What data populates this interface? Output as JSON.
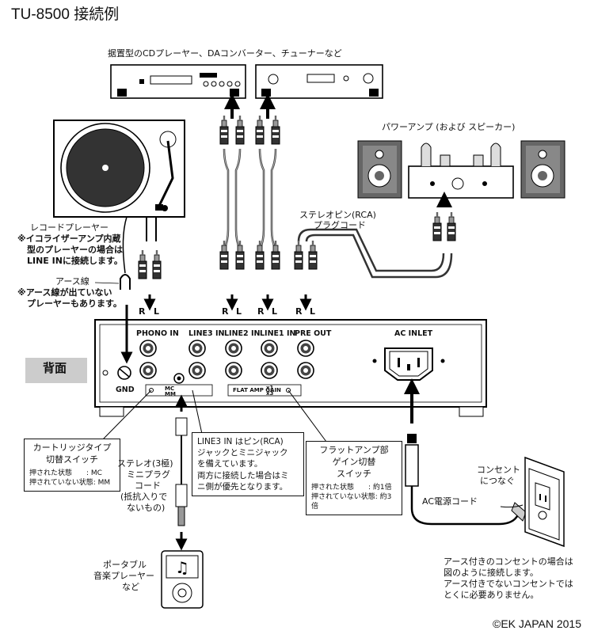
{
  "title": "TU-8500 接続例",
  "labels": {
    "cd_players": "据置型のCDプレーヤー、DAコンバーター、チューナーなど",
    "power_amp": "パワーアンプ (および スピーカー)",
    "stereo_pin_cord": [
      "ステレオピン(RCA)",
      "プラグコード"
    ],
    "record_player": "レコードプレーヤー",
    "record_note": [
      "※イコライザーアンプ内蔵",
      "型のプレーヤーの場合は",
      "LINE INに接続します。"
    ],
    "earth_wire": "アース線",
    "earth_note": [
      "※アース線が出ていない",
      "プレーヤーもあります。"
    ],
    "back_panel": "背面",
    "gnd": "GND",
    "phono_in": "PHONO IN",
    "line3_in": "LINE3 IN",
    "line2_in": "LINE2 IN",
    "line1_in": "LINE1 IN",
    "pre_out": "PRE OUT",
    "ac_inlet": "AC INLET",
    "mc": "MC",
    "mm": "MM",
    "flat_amp_gain": "FLAT AMP GAIN",
    "x1": "x1",
    "x3": "x3",
    "r": "R",
    "l": "L",
    "mini_plug": [
      "ステレオ(3極)",
      "ミニプラグ",
      "コード",
      "(抵抗入りで",
      "ないもの)"
    ],
    "portable": [
      "ポータブル",
      "音楽プレーヤー",
      "など"
    ],
    "outlet": [
      "コンセント",
      "につなぐ"
    ],
    "ac_cord": "AC電源コード",
    "outlet_note": [
      "アース付きのコンセントの場合は",
      "図のように接続します。",
      "アース付きでないコンセントでは",
      "とくに必要ありません。"
    ]
  },
  "callouts": {
    "cartridge": {
      "title": [
        "カートリッジタイプ",
        "切替スイッチ"
      ],
      "rows": [
        {
          "state": "押された状態",
          "value": ": MC"
        },
        {
          "state": "押されていない状態",
          "value": ": MM"
        }
      ]
    },
    "line3": [
      "LINE3 IN はピン(RCA)",
      "ジャックとミニジャック",
      "を備えています。",
      "両方に接続した場合はミ",
      "ニ側が優先となります。"
    ],
    "flat": {
      "title": [
        "フラットアンプ部",
        "ゲイン切替",
        "スイッチ"
      ],
      "rows": [
        {
          "state": "押された状態",
          "value": ": 約1倍"
        },
        {
          "state": "押されていない状態",
          "value": ": 約3倍"
        }
      ]
    }
  },
  "copyright": "©EK JAPAN 2015"
}
